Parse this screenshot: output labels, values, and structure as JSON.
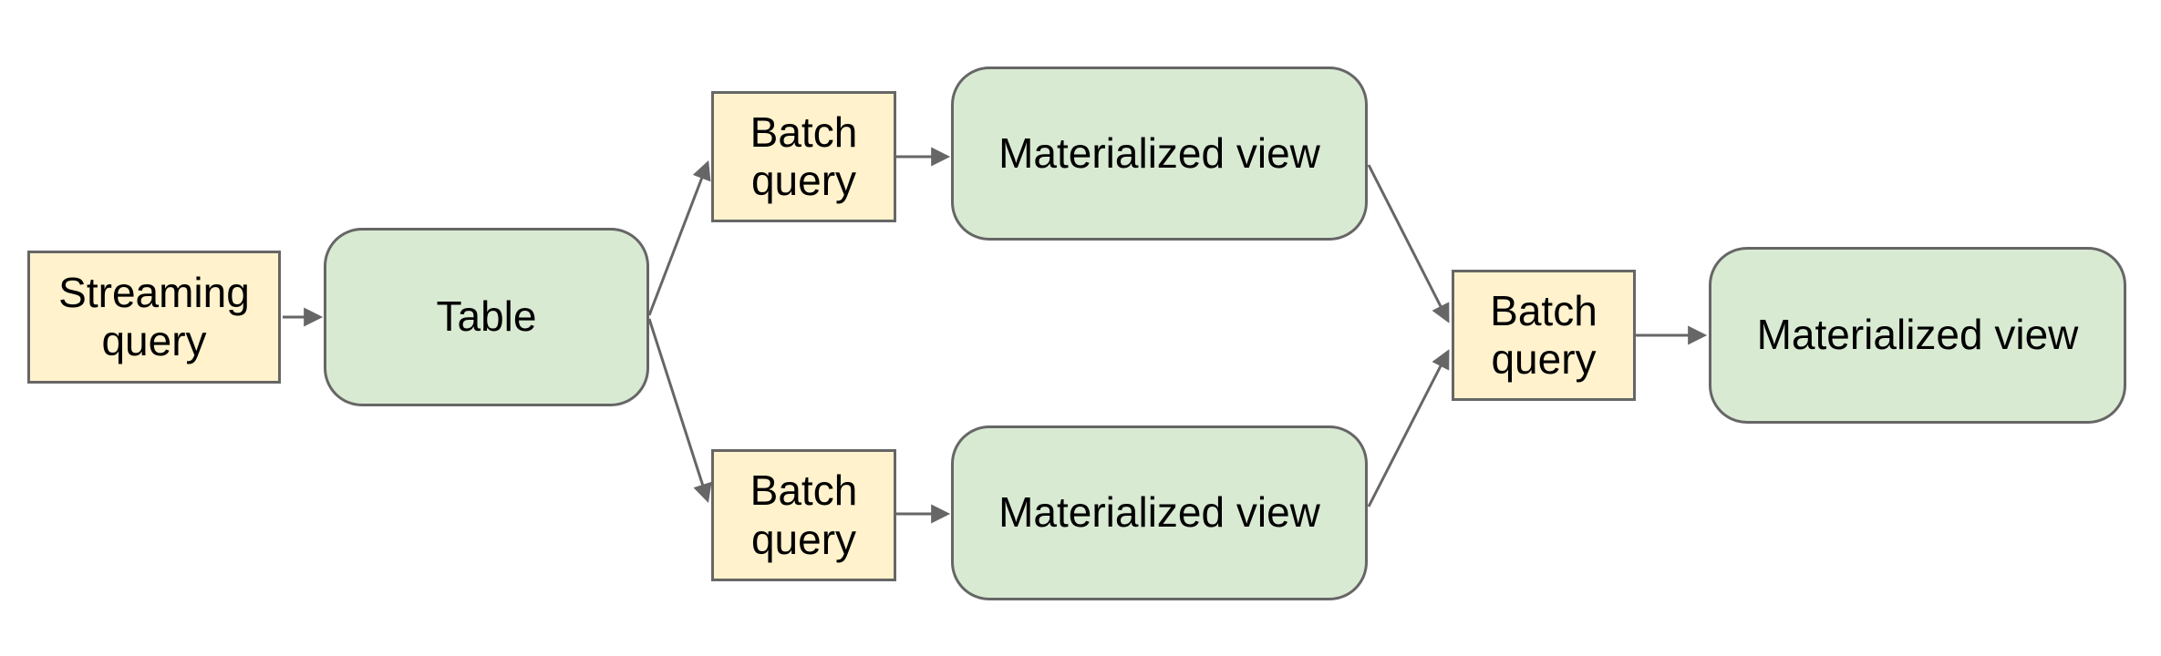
{
  "diagram": {
    "type": "flowchart",
    "background": "#ffffff",
    "colors": {
      "query_box_fill": "#fff2cc",
      "view_box_fill": "#d9ead3",
      "box_border": "#666666",
      "arrow": "#666666",
      "label_text": "#000000"
    },
    "nodes": [
      {
        "id": "streaming-query",
        "label": "Streaming query",
        "shape": "rectangle",
        "fill": "#fff2cc"
      },
      {
        "id": "table",
        "label": "Table",
        "shape": "rounded-rectangle",
        "fill": "#d9ead3"
      },
      {
        "id": "batch-query-top",
        "label": "Batch query",
        "shape": "rectangle",
        "fill": "#fff2cc"
      },
      {
        "id": "materialized-view-top",
        "label": "Materialized view",
        "shape": "rounded-rectangle",
        "fill": "#d9ead3"
      },
      {
        "id": "batch-query-bottom",
        "label": "Batch query",
        "shape": "rectangle",
        "fill": "#fff2cc"
      },
      {
        "id": "materialized-view-bottom",
        "label": "Materialized view",
        "shape": "rounded-rectangle",
        "fill": "#d9ead3"
      },
      {
        "id": "batch-query-center",
        "label": "Batch query",
        "shape": "rectangle",
        "fill": "#fff2cc"
      },
      {
        "id": "materialized-view-right",
        "label": "Materialized view",
        "shape": "rounded-rectangle",
        "fill": "#d9ead3"
      }
    ],
    "edges": [
      {
        "from": "streaming-query",
        "to": "table"
      },
      {
        "from": "table",
        "to": "batch-query-top"
      },
      {
        "from": "table",
        "to": "batch-query-bottom"
      },
      {
        "from": "batch-query-top",
        "to": "materialized-view-top"
      },
      {
        "from": "batch-query-bottom",
        "to": "materialized-view-bottom"
      },
      {
        "from": "materialized-view-top",
        "to": "batch-query-center"
      },
      {
        "from": "materialized-view-bottom",
        "to": "batch-query-center"
      },
      {
        "from": "batch-query-center",
        "to": "materialized-view-right"
      }
    ]
  }
}
